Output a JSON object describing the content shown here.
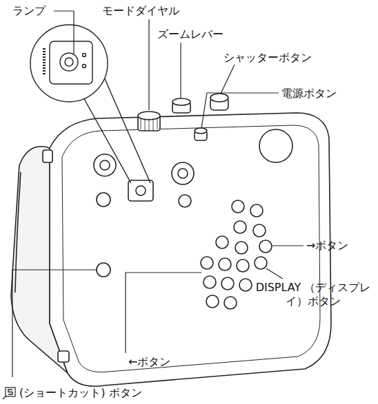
{
  "diagram": {
    "labels": [
      "ランプ",
      "モードダイヤル",
      "ズームレバー",
      "シャッターボタン",
      "電源ボタン",
      "→ボタン",
      "DISPLAY （ディスプレイ）ボタン",
      "←ボタン",
      "(ショートカット) ボタン"
    ]
  }
}
